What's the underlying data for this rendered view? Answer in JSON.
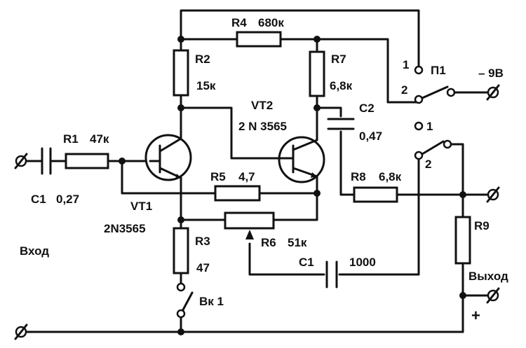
{
  "components": {
    "r1": {
      "name": "R1",
      "value": "47к"
    },
    "c1_in": {
      "name": "C1",
      "value": "0,27"
    },
    "r2": {
      "name": "R2",
      "value": "15к"
    },
    "r3": {
      "name": "R3",
      "value": "47"
    },
    "r4": {
      "name": "R4",
      "value": "680к"
    },
    "r5": {
      "name": "R5",
      "value": "4,7"
    },
    "r6": {
      "name": "R6",
      "value": "51к"
    },
    "r7": {
      "name": "R7",
      "value": "6,8к"
    },
    "r8": {
      "name": "R8",
      "value": "6,8к"
    },
    "r9": {
      "name": "R9"
    },
    "c2": {
      "name": "C2",
      "value": "0,47"
    },
    "c1_fb": {
      "name": "C1",
      "value": "1000"
    },
    "vt1": {
      "name": "VT1",
      "part": "2N3565"
    },
    "vt2": {
      "name": "VT2",
      "part": "2 N 3565"
    },
    "p1": {
      "name": "П1",
      "pos1": "1",
      "pos2": "2"
    },
    "p1b": {
      "pos1": "1",
      "pos2": "2"
    },
    "vk1": {
      "name": "Вк 1"
    }
  },
  "terminals": {
    "input": "Вход",
    "output": "Выход",
    "supply": "– 9В",
    "plus": "+"
  }
}
